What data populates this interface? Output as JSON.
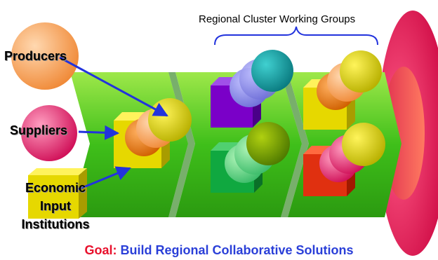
{
  "header": {
    "cluster_title": "Regional Cluster Working Groups"
  },
  "inputs": {
    "producers": "Producers",
    "suppliers": "Suppliers",
    "institutions_line1": "Economic",
    "institutions_line2": "Input",
    "institutions_line3": "Institutions"
  },
  "goal": {
    "prefix": "Goal:",
    "text": "Build Regional Collaborative Solutions"
  },
  "colors": {
    "chevron": "#3fbf1a",
    "goal_prefix": "#e8102c",
    "goal_text": "#2a3fd8",
    "arrow": "#2233dd",
    "funnel": "#e0104a"
  }
}
